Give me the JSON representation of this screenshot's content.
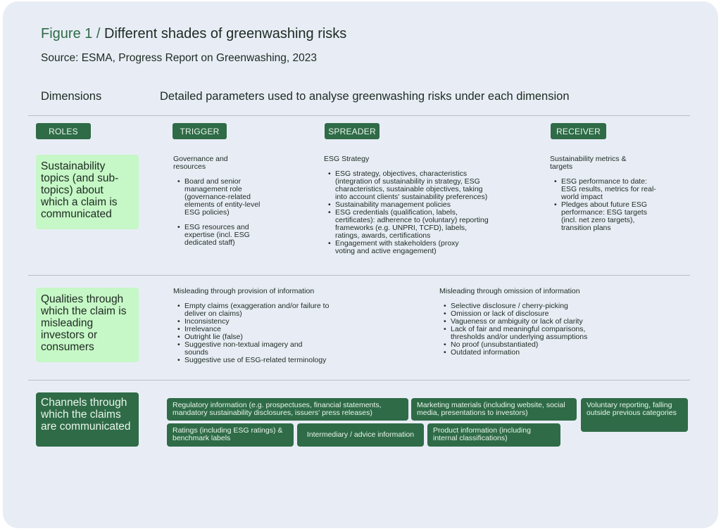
{
  "header": {
    "figure_label": "Figure 1 /",
    "title": "Different shades of greenwashing risks",
    "source": "Source: ESMA, Progress Report on Greenwashing, 2023"
  },
  "columns": {
    "dimensions": "Dimensions",
    "parameters": "Detailed parameters used to analyse greenwashing risks under each dimension"
  },
  "roles": {
    "label": "ROLES",
    "trigger": "TRIGGER",
    "spreader": "SPREADER",
    "receiver": "RECEIVER"
  },
  "topics": {
    "dimension": "Sustainability topics (and sub-topics) about which a claim is communicated",
    "trigger": {
      "heading": "Governance and resources",
      "items": [
        "Board and senior management role (governance-related elements of entity-level ESG policies)",
        "ESG resources and expertise (incl. ESG dedicated staff)"
      ]
    },
    "spreader": {
      "heading": "ESG Strategy",
      "items": [
        "ESG strategy, objectives, characteristics (integration of sustainability in strategy, ESG characteristics, sustainable objectives, taking into account clients' sustainability preferences)",
        "Sustainability management policies",
        "ESG credentials (qualification, labels, certificates): adherence to (voluntary) reporting frameworks (e.g. UNPRI, TCFD), labels, ratings, awards, certifications",
        "Engagement with stakeholders (proxy voting and active engagement)"
      ]
    },
    "receiver": {
      "heading": "Sustainability metrics & targets",
      "items": [
        "ESG performance to date: ESG results, metrics for real-world impact",
        "Pledges about future ESG performance: ESG targets (incl. net zero targets), transition plans"
      ]
    }
  },
  "qualities": {
    "dimension": "Qualities through which the claim is misleading investors or consumers",
    "provision": {
      "heading": "Misleading through provision of information",
      "items": [
        "Empty claims (exaggeration and/or failure to deliver on claims)",
        "Inconsistency",
        "Irrelevance",
        "Outright lie (false)",
        "Suggestive non-textual imagery and sounds",
        "Suggestive use of ESG-related terminology"
      ]
    },
    "omission": {
      "heading": "Misleading through omission of information",
      "items": [
        "Selective disclosure / cherry-picking",
        "Omission or lack of disclosure",
        "Vagueness or ambiguity or lack of clarity",
        "Lack of fair and meaningful comparisons, thresholds and/or underlying assumptions",
        "No proof (unsubstantiated)",
        "Outdated information"
      ]
    }
  },
  "channels": {
    "dimension": "Channels through which the claims are communicated",
    "items": [
      "Regulatory information (e.g. prospectuses, financial statements, mandatory sustainability disclosures, issuers' press releases)",
      "Marketing materials (including website, social media, presentations to investors)",
      "Voluntary reporting, falling outside previous categories",
      "Ratings (including ESG ratings) & benchmark labels",
      "Intermediary / advice information",
      "Product information (including internal classifications)"
    ]
  },
  "colors": {
    "accent_dark": "#2f6b47",
    "accent_light": "#c6f7c6",
    "background": "#e8edf5"
  }
}
